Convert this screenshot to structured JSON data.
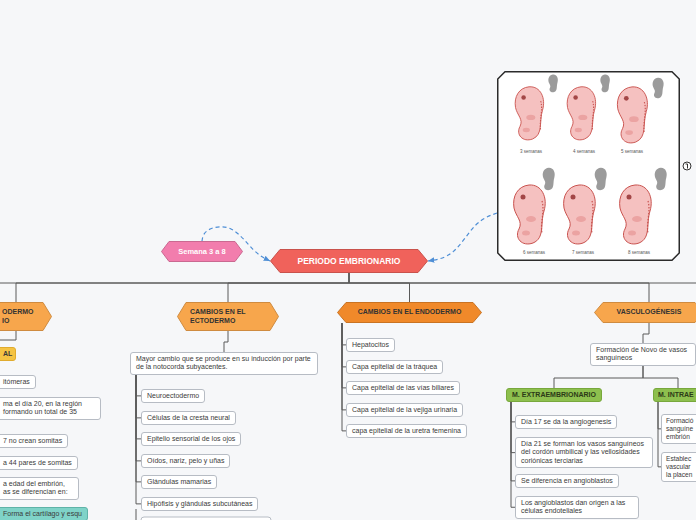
{
  "diagram": {
    "nodes": [
      {
        "text": [
          "PERIODO EMBRIONARIO"
        ]
      },
      {
        "text": [
          "Semana 3 a 8"
        ]
      },
      {
        "text": [
          "3 semanas",
          "4 semanas",
          "5 semanas",
          "6 semanas",
          "7 semanas",
          "8 semanas"
        ]
      },
      {
        "text": [
          "ODERMO IO"
        ]
      },
      {
        "text": [
          "AL"
        ]
      },
      {
        "text": [
          "itómeras"
        ]
      },
      {
        "text": [
          "ma el día 20, en la región formando un total de 35"
        ]
      },
      {
        "text": [
          "7 no crean somitas"
        ]
      },
      {
        "text": [
          "a 44 pares de somitas"
        ]
      },
      {
        "text": [
          "a edad del embrión, as se diferencian en:"
        ]
      },
      {
        "text": [
          "Forma el cartílago y esqu"
        ]
      },
      {
        "text": [
          "CAMBIOS EN EL ECTODERMO"
        ]
      },
      {
        "text": [
          "Mayor cambio que se produce en su inducción por parte de la notocorda subyacentes."
        ]
      },
      {
        "text": [
          "Neuroectodermo"
        ]
      },
      {
        "text": [
          "Células de la cresta neural"
        ]
      },
      {
        "text": [
          "Epitelio sensorial de los ojos"
        ]
      },
      {
        "text": [
          "Oídos, nariz, pelo y uñas"
        ]
      },
      {
        "text": [
          "Glándulas mamarias"
        ]
      },
      {
        "text": [
          "Hipófisis y glándulas subcutáneas"
        ]
      },
      {
        "text": [
          "CAMBIOS EN EL ENDODERMO"
        ]
      },
      {
        "text": [
          "Hepatocitos"
        ]
      },
      {
        "text": [
          "Capa epitelial de la tráquea"
        ]
      },
      {
        "text": [
          "Capa epitelial de las vías biliares"
        ]
      },
      {
        "text": [
          "Capa epitelial de la vejiga urinaria"
        ]
      },
      {
        "text": [
          "capa epitelial de la uretra femenina"
        ]
      },
      {
        "text": [
          "VASCULOGÉNESIS"
        ]
      },
      {
        "text": [
          "Formación de Novo de vasos sanguíneos"
        ]
      },
      {
        "text": [
          "M. EXTRAEMBRIONARIO"
        ]
      },
      {
        "text": [
          "M. INTRAE"
        ]
      },
      {
        "text": [
          "Día 17 se da la angiogenesis"
        ]
      },
      {
        "text": [
          "Día 21 se forman los vasos sanguíneos del cordón umbilical y las vellosidades coriónicas terciarias"
        ]
      },
      {
        "text": [
          "Se diferencia en angioblastos"
        ]
      },
      {
        "text": [
          "Los angioblastos dan origen a las células endoteliales"
        ]
      },
      {
        "text": [
          "Formació sanguíne embrión"
        ]
      },
      {
        "text": [
          "Establec vascular la placen"
        ]
      }
    ],
    "edges": [
      {
        "from": 0,
        "to": 3,
        "arrow": "none"
      },
      {
        "from": 0,
        "to": 11,
        "arrow": "none"
      },
      {
        "from": 0,
        "to": 19,
        "arrow": "none"
      },
      {
        "from": 0,
        "to": 25,
        "arrow": "none"
      },
      {
        "from": 1,
        "to": 0,
        "arrow": "to"
      },
      {
        "from": 2,
        "to": 0,
        "arrow": "to"
      },
      {
        "from": 3,
        "to": 4,
        "arrow": "none"
      },
      {
        "from": 4,
        "to": 5,
        "arrow": "none"
      },
      {
        "from": 4,
        "to": 6,
        "arrow": "none"
      },
      {
        "from": 4,
        "to": 7,
        "arrow": "none"
      },
      {
        "from": 4,
        "to": 8,
        "arrow": "none"
      },
      {
        "from": 4,
        "to": 9,
        "arrow": "none"
      },
      {
        "from": 9,
        "to": 10,
        "arrow": "none"
      },
      {
        "from": 11,
        "to": 12,
        "arrow": "none"
      },
      {
        "from": 12,
        "to": 13,
        "arrow": "none"
      },
      {
        "from": 12,
        "to": 14,
        "arrow": "none"
      },
      {
        "from": 12,
        "to": 15,
        "arrow": "none"
      },
      {
        "from": 12,
        "to": 16,
        "arrow": "none"
      },
      {
        "from": 12,
        "to": 17,
        "arrow": "none"
      },
      {
        "from": 12,
        "to": 18,
        "arrow": "none"
      },
      {
        "from": 19,
        "to": 20,
        "arrow": "none"
      },
      {
        "from": 19,
        "to": 21,
        "arrow": "none"
      },
      {
        "from": 19,
        "to": 22,
        "arrow": "none"
      },
      {
        "from": 19,
        "to": 23,
        "arrow": "none"
      },
      {
        "from": 19,
        "to": 24,
        "arrow": "none"
      },
      {
        "from": 25,
        "to": 26,
        "arrow": "none"
      },
      {
        "from": 26,
        "to": 27,
        "arrow": "none"
      },
      {
        "from": 26,
        "to": 28,
        "arrow": "none"
      },
      {
        "from": 27,
        "to": 29,
        "arrow": "none"
      },
      {
        "from": 27,
        "to": 30,
        "arrow": "none"
      },
      {
        "from": 27,
        "to": 31,
        "arrow": "none"
      },
      {
        "from": 27,
        "to": 32,
        "arrow": "none"
      },
      {
        "from": 28,
        "to": 33,
        "arrow": "none"
      },
      {
        "from": 28,
        "to": 34,
        "arrow": "none"
      }
    ]
  }
}
